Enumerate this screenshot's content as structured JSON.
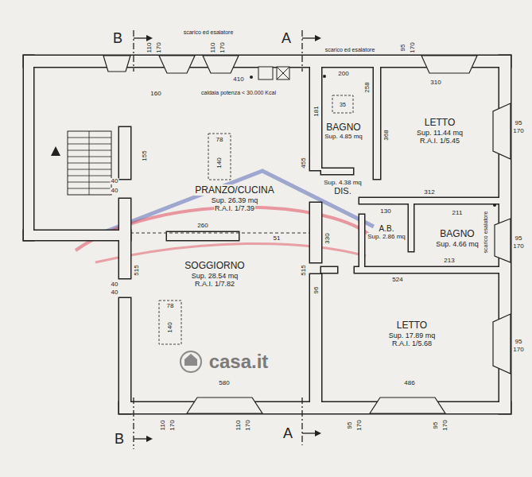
{
  "diagram": {
    "nodes": [
      {
        "text": [
          "BAGNO",
          "Sup. 4.85 mq"
        ]
      },
      {
        "text": [
          "LETTO",
          "Sup. 11.44 mq",
          "R.A.I. 1/5.45"
        ]
      },
      {
        "text": [
          "PRANZO/CUCINA",
          "Sup. 26.39 mq",
          "R.A.I. 1/7.39"
        ]
      },
      {
        "text": [
          "Sup. 4.38 mq",
          "DIS."
        ]
      },
      {
        "text": [
          "A.B.",
          "Sup. 2.86 mq"
        ]
      },
      {
        "text": [
          "BAGNO",
          "Sup. 4.66 mq"
        ]
      },
      {
        "text": [
          "SOGGIORNO",
          "Sup. 28.54 mq",
          "R.A.I. 1/7.82"
        ]
      },
      {
        "text": [
          "LETTO",
          "Sup. 17.89 mq",
          "R.A.I. 1/5.68"
        ]
      }
    ],
    "labels": [
      "B",
      "A",
      "B",
      "A",
      "scarico ed esalatore",
      "scarico ed esalatore",
      "caldaia potenza < 30.000 Kcal",
      "110",
      "170",
      "110",
      "170",
      "95",
      "170",
      "160",
      "410",
      "200",
      "181",
      "258",
      "35",
      "368",
      "310",
      "155",
      "78",
      "140",
      "455",
      "40",
      "40",
      "312",
      "130",
      "211",
      "260",
      "51",
      "330",
      "515",
      "515",
      "96",
      "524",
      "213",
      "78",
      "140",
      "40",
      "40",
      "580",
      "486",
      "110",
      "170",
      "110",
      "170",
      "95",
      "170",
      "95",
      "170",
      "95",
      "170",
      "95",
      "170",
      "95",
      "170",
      "scarico esalatore",
      "casa.it"
    ]
  }
}
